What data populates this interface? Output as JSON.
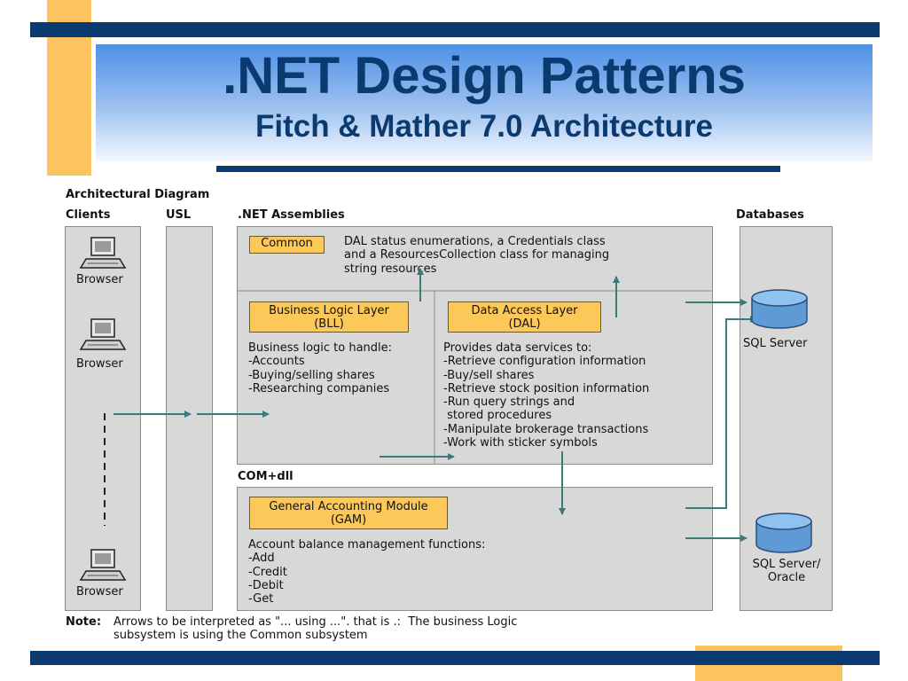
{
  "slide": {
    "title": ".NET Design Patterns",
    "subtitle": "Fitch & Mather 7.0 Architecture"
  },
  "diagram": {
    "heading": "Architectural Diagram",
    "columns": {
      "clients": "Clients",
      "usl": "USL",
      "assemblies": ".NET Assemblies",
      "databases": "Databases"
    },
    "com_label": "COM+dll",
    "browser_label": "Browser",
    "common": {
      "label": "Common",
      "description": "DAL status enumerations, a Credentials class\nand a ResourcesCollection class for managing\nstring resources"
    },
    "bll": {
      "label": "Business Logic Layer\n(BLL)",
      "description": "Business logic to handle:\n-Accounts\n-Buying/selling shares\n-Researching companies"
    },
    "dal": {
      "label": "Data Access Layer\n(DAL)",
      "description": "Provides data services to:\n-Retrieve configuration information\n-Buy/sell shares\n-Retrieve stock position information\n-Run query strings and\n stored procedures\n-Manipulate brokerage transactions\n-Work with sticker symbols"
    },
    "gam": {
      "label": "General Accounting Module\n(GAM)",
      "description": "Account balance management functions:\n-Add\n-Credit\n-Debit\n-Get"
    },
    "db1_label": "SQL Server",
    "db2_label": "SQL Server/\nOracle",
    "note_label": "Note:",
    "note_text": "Arrows to be interpreted as \"... using ...\". that is .:  The business Logic\nsubsystem is using the Common subsystem"
  },
  "colors": {
    "navy": "#0b3a70",
    "gold": "#fcc45f",
    "box_orange": "#fcc85a",
    "panel_gray": "#d8d8d8",
    "arrow_teal": "#3a7a78",
    "db_blue": "#7fb6e6"
  }
}
